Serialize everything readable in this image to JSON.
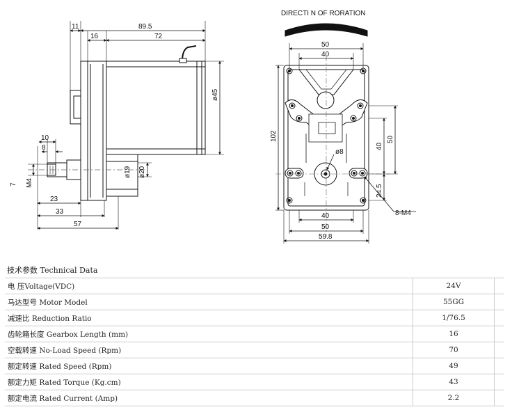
{
  "diagram": {
    "direction_label": "DIRECTI N OF RORATION",
    "side_view": {
      "dims": {
        "d_11": "11",
        "d_89_5": "89.5",
        "d_16": "16",
        "d_72": "72",
        "d_phi45": "ø45",
        "d_10": "10",
        "d_8": "8",
        "d_7": "7",
        "d_m4": "M4",
        "d_phi19": "ø19",
        "d_phi20": "ø20",
        "d_23": "23",
        "d_33": "33",
        "d_57": "57"
      }
    },
    "front_view": {
      "dims": {
        "d_top_50": "50",
        "d_top_40": "40",
        "d_102": "102",
        "d_phi8": "ø8",
        "d_r40": "40",
        "d_r50": "50",
        "d_24_5": "24.5",
        "d_8m4": "8-M4",
        "d_bot_40": "40",
        "d_bot_50": "50",
        "d_59_8": "59.8"
      }
    }
  },
  "specs": {
    "title": "技术参数 Technical Data",
    "rows": [
      {
        "label": "电 压Voltage(VDC)",
        "value": "24V"
      },
      {
        "label": "马达型号 Motor Model",
        "value": "55GG"
      },
      {
        "label": "减速比 Reduction Ratio",
        "value": "1/76.5"
      },
      {
        "label": "齿轮箱长度 Gearbox Length (mm)",
        "value": "16"
      },
      {
        "label": "空载转速 No-Load Speed (Rpm)",
        "value": "70"
      },
      {
        "label": "额定转速 Rated Speed (Rpm)",
        "value": "49"
      },
      {
        "label": "额定力矩 Rated Torque (Kg.cm)",
        "value": "43"
      },
      {
        "label": "额定电流 Rated Current (Amp)",
        "value": "2.2"
      }
    ]
  }
}
